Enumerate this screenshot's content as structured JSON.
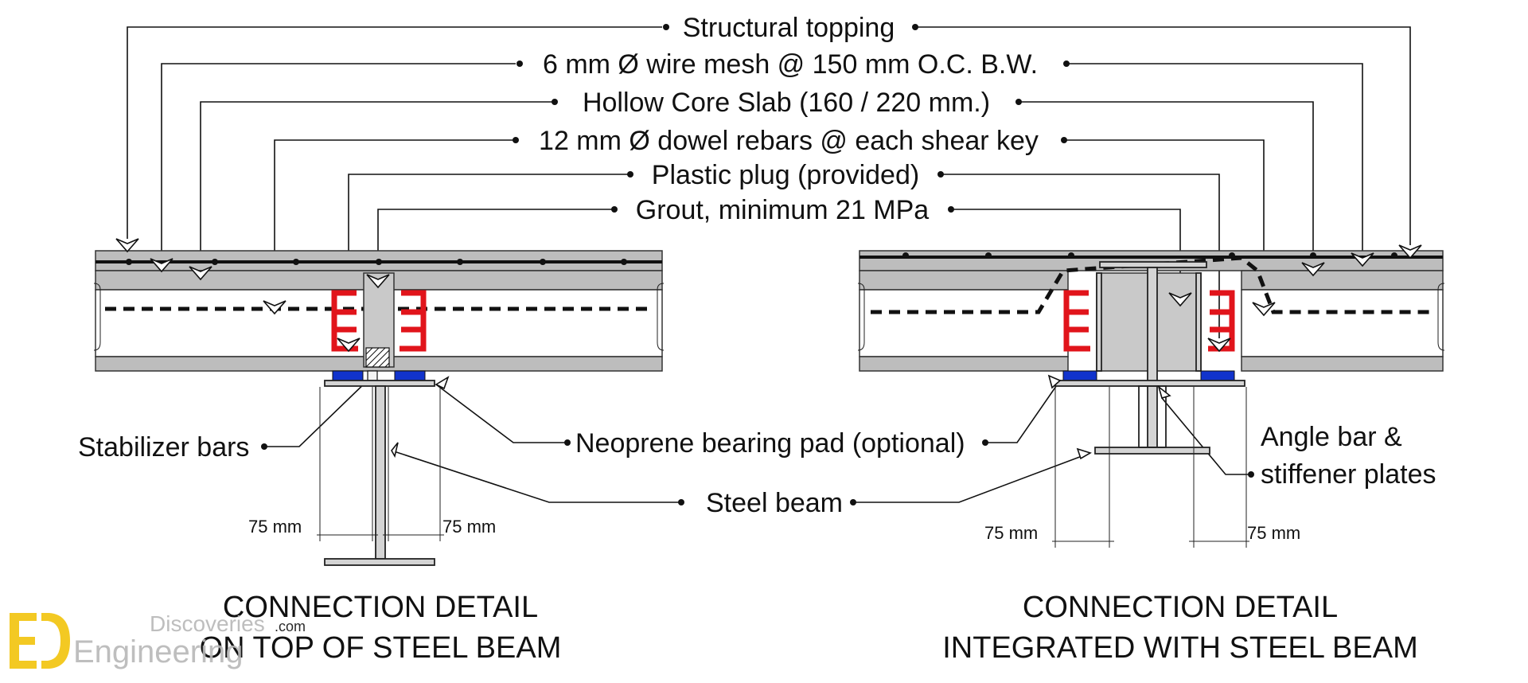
{
  "labels": {
    "structural_topping": "Structural topping",
    "wire_mesh": "6 mm Ø wire mesh @ 150 mm O.C. B.W.",
    "hollow_core_slab": "Hollow Core Slab (160 / 220 mm.)",
    "dowel_rebars": "12 mm Ø dowel rebars @ each shear key",
    "plastic_plug": "Plastic plug (provided)",
    "grout": "Grout, minimum 21 MPa",
    "stabilizer_bars": "Stabilizer bars",
    "neoprene_pad": "Neoprene bearing pad (optional)",
    "steel_beam": "Steel beam",
    "angle_bar_line1": "Angle bar &",
    "angle_bar_line2": "stiffener plates"
  },
  "dimensions": {
    "left_a": "75 mm",
    "left_b": "75 mm",
    "right_a": "75 mm",
    "right_b": "75 mm"
  },
  "titles": {
    "left_line1": "CONNECTION DETAIL",
    "left_line2": "ON TOP OF STEEL BEAM",
    "right_line1": "CONNECTION DETAIL",
    "right_line2": "INTEGRATED WITH STEEL BEAM"
  },
  "watermark": {
    "line1": "Discoveries",
    "suffix": ".com",
    "line2": "Engineering",
    "logo_letters": "ED"
  },
  "colors": {
    "red_element": "#e1141b",
    "neoprene_pad": "#1133cc",
    "slab_gray": "#bdbdbd",
    "watermark_yellow": "#f2c40c"
  }
}
